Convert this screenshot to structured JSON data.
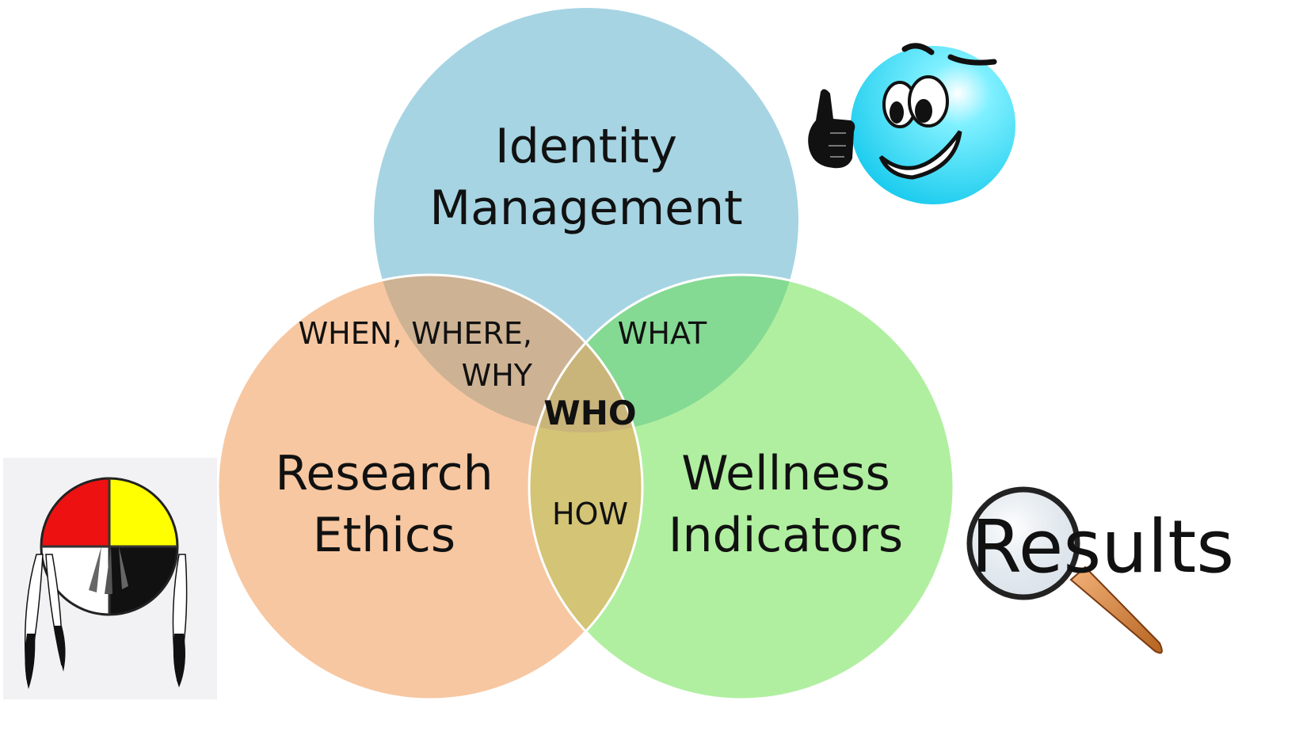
{
  "circles": {
    "identity": {
      "line1": "Identity",
      "line2": "Management",
      "color": "#a6d4e3"
    },
    "ethics": {
      "line1": "Research",
      "line2": "Ethics",
      "color": "#f7c7a1"
    },
    "wellness": {
      "line1": "Wellness",
      "line2": "Indicators",
      "color": "#b0efa0"
    }
  },
  "overlaps": {
    "identity_ethics_line1": "WHEN, WHERE,",
    "identity_ethics_line2": "WHY",
    "identity_wellness": "WHAT",
    "ethics_wellness": "HOW",
    "center": "WHO"
  },
  "decorations": {
    "results_word": "Results",
    "smiley_icon": "thumbs-up-smiley-icon",
    "medicine_wheel_icon": "medicine-wheel-icon",
    "magnifier_icon": "magnifying-glass-icon"
  },
  "colors": {
    "overlap_identity_ethics": "#cdb293",
    "overlap_identity_wellness": "#84d993",
    "overlap_ethics_wellness": "#d3c476",
    "overlap_center": "#c9b47a"
  }
}
